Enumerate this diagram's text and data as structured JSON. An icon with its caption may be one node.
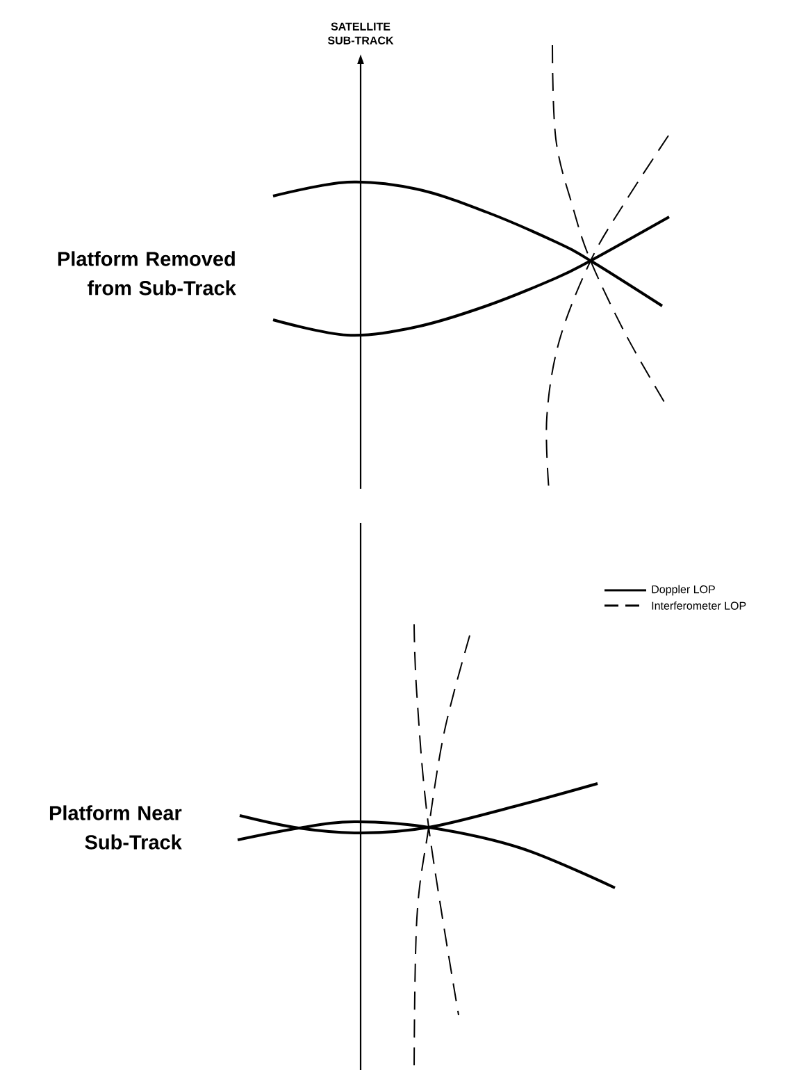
{
  "diagram": {
    "labels": [
      "SATELLITE SUB-TRACK",
      "Platform Removed from Sub-Track",
      "Platform Near Sub-Track"
    ],
    "legend": [
      {
        "text": "Doppler LOP"
      },
      {
        "text": "Interferometer LOP"
      }
    ]
  }
}
